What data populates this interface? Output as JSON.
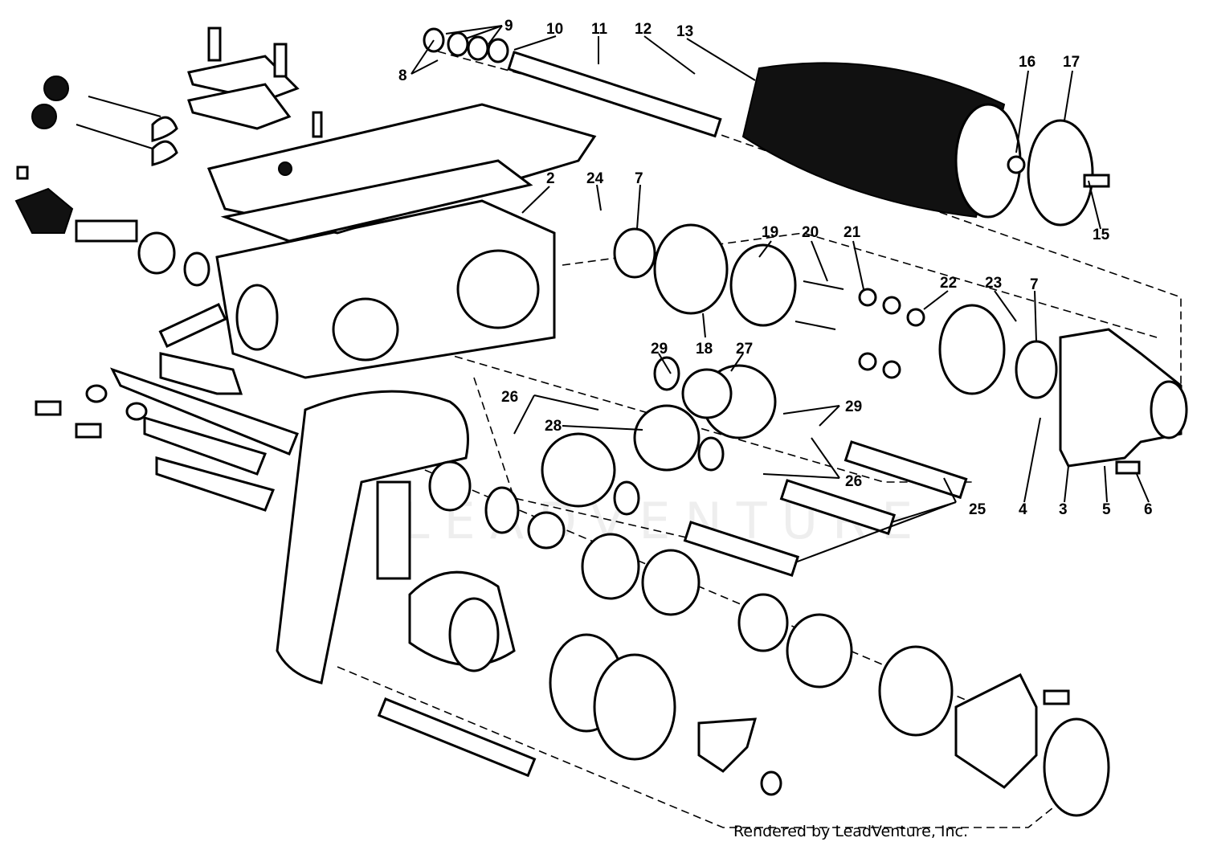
{
  "diagram": {
    "callouts": [
      "2",
      "3",
      "4",
      "5",
      "6",
      "7",
      "7",
      "8",
      "9",
      "10",
      "11",
      "12",
      "13",
      "15",
      "16",
      "17",
      "18",
      "19",
      "20",
      "21",
      "22",
      "23",
      "24",
      "25",
      "26",
      "26",
      "27",
      "28",
      "29",
      "29"
    ],
    "watermark": "LEADVENTURE",
    "credit": "Rendered by LeadVenture, Inc."
  }
}
